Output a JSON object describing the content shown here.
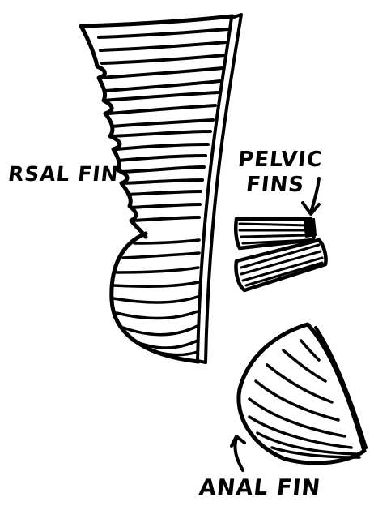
{
  "labels": {
    "dorsal_fin": "RSAL FIN",
    "pelvic_fins_line1": "PELVIC",
    "pelvic_fins_line2": "FINS",
    "anal_fin": "ANAL FIN"
  },
  "colors": {
    "ink": "#000000",
    "paper": "#ffffff"
  }
}
